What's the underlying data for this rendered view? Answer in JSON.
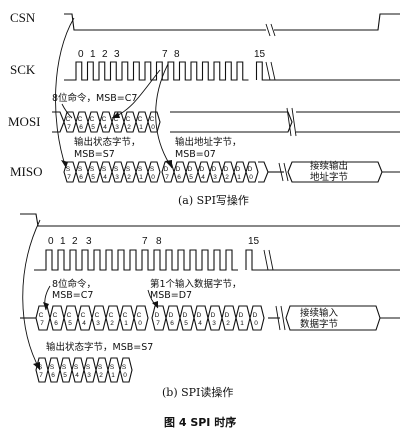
{
  "write_diagram": {
    "signals": {
      "csn": "CSN",
      "sck": "SCK",
      "mosi": "MOSI",
      "miso": "MISO"
    },
    "clock_numbers": {
      "n0": "0",
      "n1": "1",
      "n2": "2",
      "n3": "3",
      "n7": "7",
      "n8": "8",
      "n15": "15"
    },
    "annotations": {
      "cmd_line1": "8位命令，MSB=C7",
      "status_line1": "输出状态字节，",
      "status_line2": "MSB=S7",
      "addr_line1": "输出地址字节，",
      "addr_line2": "MSB=07",
      "continue_line1": "接续输出",
      "continue_line2": "地址字节"
    },
    "mosi_cells": [
      "C7",
      "C6",
      "C5",
      "C4",
      "C3",
      "C2",
      "C1",
      "C0"
    ],
    "miso_status_cells": [
      "S7",
      "S6",
      "S5",
      "S4",
      "S3",
      "S2",
      "S1",
      "S0"
    ],
    "miso_data_cells": [
      "D7",
      "D6",
      "D5",
      "D4",
      "D3",
      "D2",
      "D1",
      "D0"
    ],
    "caption": "(a) SPI写操作"
  },
  "read_diagram": {
    "clock_numbers": {
      "n0": "0",
      "n1": "1",
      "n2": "2",
      "n3": "3",
      "n7": "7",
      "n8": "8",
      "n15": "15"
    },
    "annotations": {
      "cmd_line1": "8位命令，",
      "cmd_line2": "MSB=C7",
      "data_line1": "第1个输入数据字节，",
      "data_line2": "MSB=D7",
      "continue_line1": "接续输入",
      "continue_line2": "数据字节",
      "status_line": "输出状态字节，MSB=S7"
    },
    "mosi_cmd_cells": [
      "C7",
      "C6",
      "C5",
      "C4",
      "C3",
      "C2",
      "C1",
      "C0"
    ],
    "mosi_data_cells": [
      "D7",
      "D6",
      "D5",
      "D4",
      "D3",
      "D2",
      "D1",
      "D0"
    ],
    "miso_status_cells": [
      "S7",
      "S6",
      "S5",
      "S4",
      "S3",
      "S2",
      "S1",
      "S0"
    ],
    "caption": "(b) SPI读操作"
  },
  "figure_caption": "图 4   SPI 时序"
}
